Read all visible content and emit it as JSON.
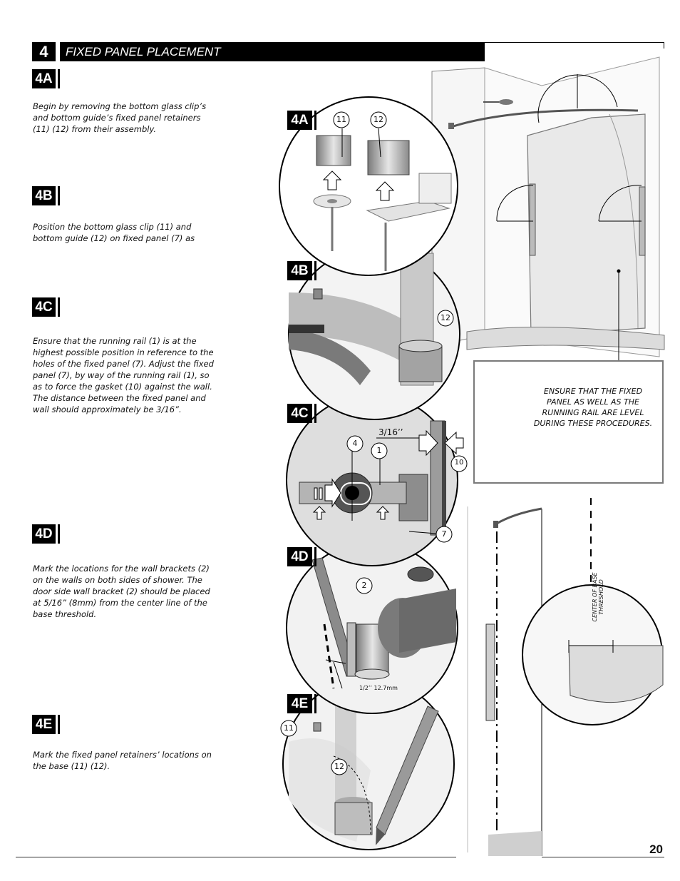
{
  "header": {
    "step_number": "4",
    "title": "FIXED PANEL PLACEMENT"
  },
  "steps": [
    {
      "label": "4A",
      "text": "Begin by removing the bottom glass clip’s and bottom guide’s fixed panel retainers (11) (12) from their assembly."
    },
    {
      "label": "4B",
      "text": "Position the bottom glass clip (11) and bottom guide (12) on fixed panel (7) as"
    },
    {
      "label": "4C",
      "text": "Ensure that the running rail (1) is at the highest possible position in reference to the holes of the fixed panel (7). Adjust the fixed panel (7), by way of the running rail (1), so as to force the gasket (10) against the wall. The distance between the fixed panel and wall should approximately be 3/16”."
    },
    {
      "label": "4D",
      "text": "Mark the locations for the wall brackets (2) on the walls on both sides of shower. The door side wall bracket (2) should be placed at 5/16” (8mm) from the center line of the base threshold."
    },
    {
      "label": "4E",
      "text": "Mark the fixed panel retainers’ locations on the base (11) (12)."
    }
  ],
  "figure_labels": {
    "a": "4A",
    "b": "4B",
    "c": "4C",
    "d": "4D",
    "e": "4E"
  },
  "callouts": {
    "a1": "11",
    "a2": "12",
    "b1": "12",
    "c_gap": "3/16’’",
    "c1": "4",
    "c2": "1",
    "c3": "10",
    "c4": "7",
    "d1": "2",
    "d_dim": "1/2’’ 12.7mm",
    "e1": "11",
    "e2": "12"
  },
  "warning": {
    "text": "ENSURE THAT THE FIXED PANEL AS WELL AS THE RUNNING RAIL ARE LEVEL DURING THESE PROCEDURES.",
    "icon": "warning-icon"
  },
  "threshold_label": "CENTER OF BASE THRESHOLD",
  "page_number": "20",
  "colors": {
    "accent": "#000000",
    "warning_yellow": "#f2d21a"
  }
}
